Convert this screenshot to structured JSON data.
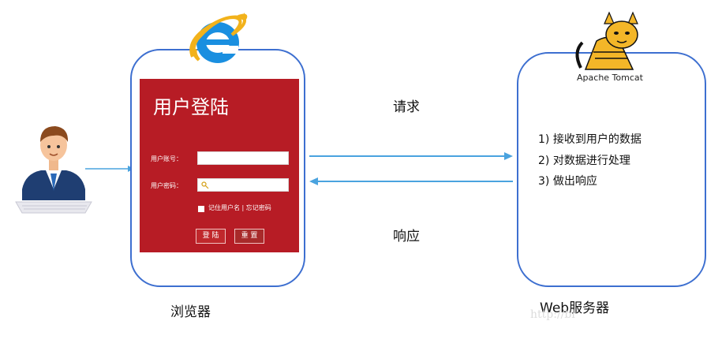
{
  "browser": {
    "caption": "浏览器",
    "login": {
      "title": "用户登陆",
      "account_label": "用户账号：",
      "password_label": "用户密码：",
      "remember_text": "记住用户名 | 忘记密码",
      "login_button": "登 陆",
      "reset_button": "重 置"
    }
  },
  "server": {
    "logo_text": "Apache Tomcat",
    "caption": "Web服务器",
    "steps": [
      "1) 接收到用户的数据",
      "2) 对数据进行处理",
      "3) 做出响应"
    ]
  },
  "arrows": {
    "request": "请求",
    "response": "响应"
  },
  "watermark": "http://bl",
  "icons": [
    "user-icon",
    "ie-logo-icon",
    "tomcat-logo-icon",
    "key-icon"
  ],
  "colors": {
    "frame_border": "#3d6fd0",
    "login_panel": "#b71c25",
    "arrow": "#4aa3df"
  }
}
